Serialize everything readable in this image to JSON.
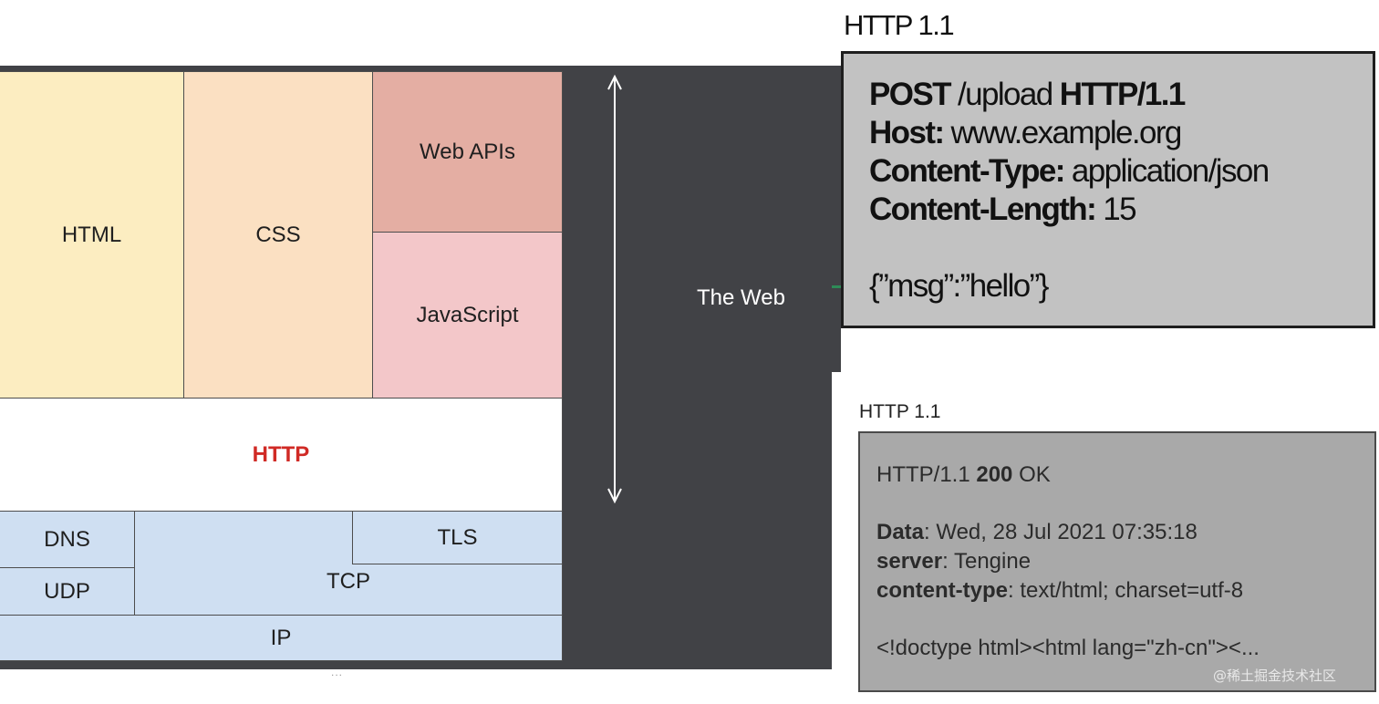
{
  "stack": {
    "html": "HTML",
    "css": "CSS",
    "web_apis": "Web APIs",
    "javascript": "JavaScript",
    "http": "HTTP",
    "dns": "DNS",
    "udp": "UDP",
    "tcp": "TCP",
    "tls": "TLS",
    "ip": "IP",
    "footer_dots": "..."
  },
  "web": {
    "label": "The Web"
  },
  "request": {
    "title": "HTTP 1.1",
    "method": "POST",
    "path": " /upload ",
    "version": "HTTP/1.1",
    "host_key": "Host:",
    "host_value": " www.example.org",
    "ctype_key": "Content-Type:",
    "ctype_value": " application/json",
    "clen_key": "Content-Length:",
    "clen_value": " 15",
    "body": "{”msg”:”hello”}"
  },
  "response": {
    "title": "HTTP 1.1",
    "status_prefix": "HTTP/1.1 ",
    "status_code": "200",
    "status_text": " OK",
    "date_key": "Data",
    "date_value": ": Wed, 28 Jul 2021 07:35:18",
    "server_key": "server",
    "server_value": ": Tengine",
    "ctype_key": "content-type",
    "ctype_value": ": text/html; charset=utf-8",
    "body": "<!doctype html><html lang=\"zh-cn\"><..."
  },
  "watermark": "@稀土掘金技术社区",
  "colors": {
    "dark_panel": "#414246",
    "html": "#fcedc1",
    "css": "#fbe0c2",
    "web_apis": "#e4aea3",
    "javascript": "#f3c7c9",
    "network": "#cfdff2",
    "http_text": "#d02a25",
    "request_box": "#c2c2c2",
    "response_box": "#a9a9a9"
  },
  "icons": {
    "web_arrow": "double-headed-vertical-arrow"
  }
}
